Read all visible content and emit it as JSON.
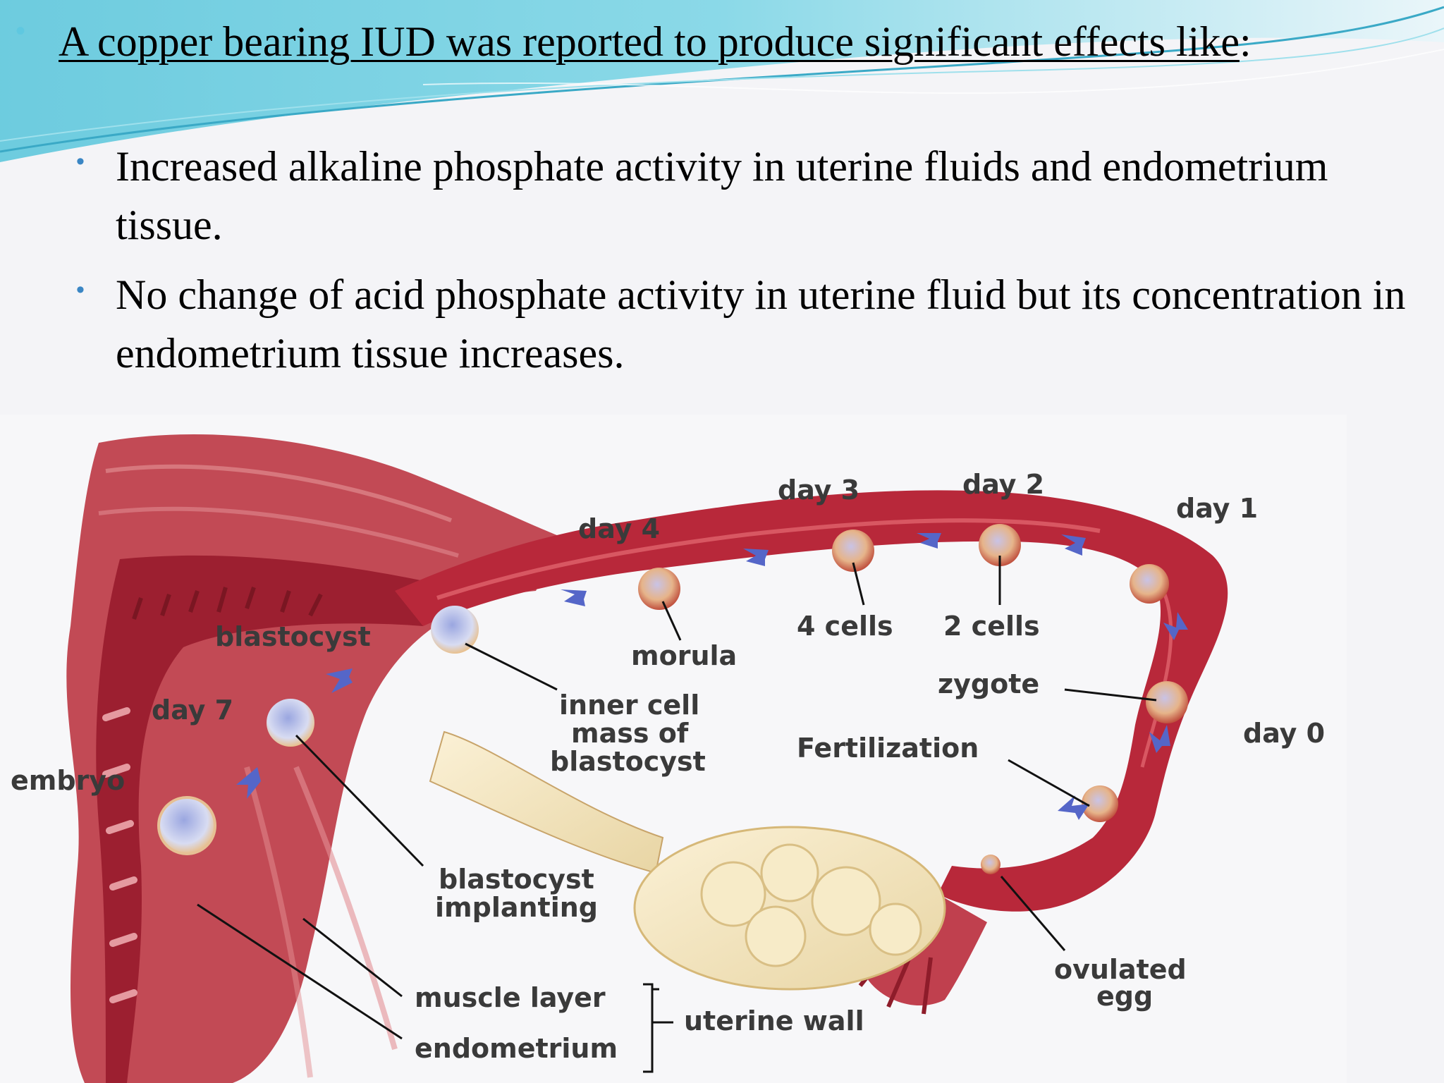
{
  "slide": {
    "title_underlined": "A copper bearing IUD was reported to produce significant effects like",
    "title_tail": ":",
    "bullets": [
      {
        "text": "Increased alkaline phosphate activity in uterine fluids and endometrium tissue."
      },
      {
        "text": "No change of acid phosphate activity in uterine fluid but its concentration in endometrium tissue increases."
      }
    ]
  },
  "figure": {
    "labels": {
      "day1": "day 1",
      "day2": "day 2",
      "day3": "day 3",
      "day4": "day 4",
      "day0": "day 0",
      "day7": "day 7",
      "blastocyst": "blastocyst",
      "morula": "morula",
      "cells4": "4 cells",
      "cells2": "2 cells",
      "zygote": "zygote",
      "fertilization": "Fertilization",
      "inner_cell_mass_1": "inner cell",
      "inner_cell_mass_2": "mass of",
      "inner_cell_mass_3": "blastocyst",
      "embryo": "embryo",
      "blastocyst_implanting_1": "blastocyst",
      "blastocyst_implanting_2": "implanting",
      "muscle_layer": "muscle layer",
      "endometrium": "endometrium",
      "uterine_wall": "uterine wall",
      "ovulated_egg_1": "ovulated",
      "ovulated_egg_2": "egg"
    }
  },
  "colors": {
    "bullet_top": "#5fc8e0",
    "bullet_sub": "#3a86c4",
    "tube": "#b8283a",
    "tube_light": "#d9606a",
    "muscle": "#c85a62",
    "ovary": "#f3e6c2",
    "arrow": "#5566c8"
  }
}
